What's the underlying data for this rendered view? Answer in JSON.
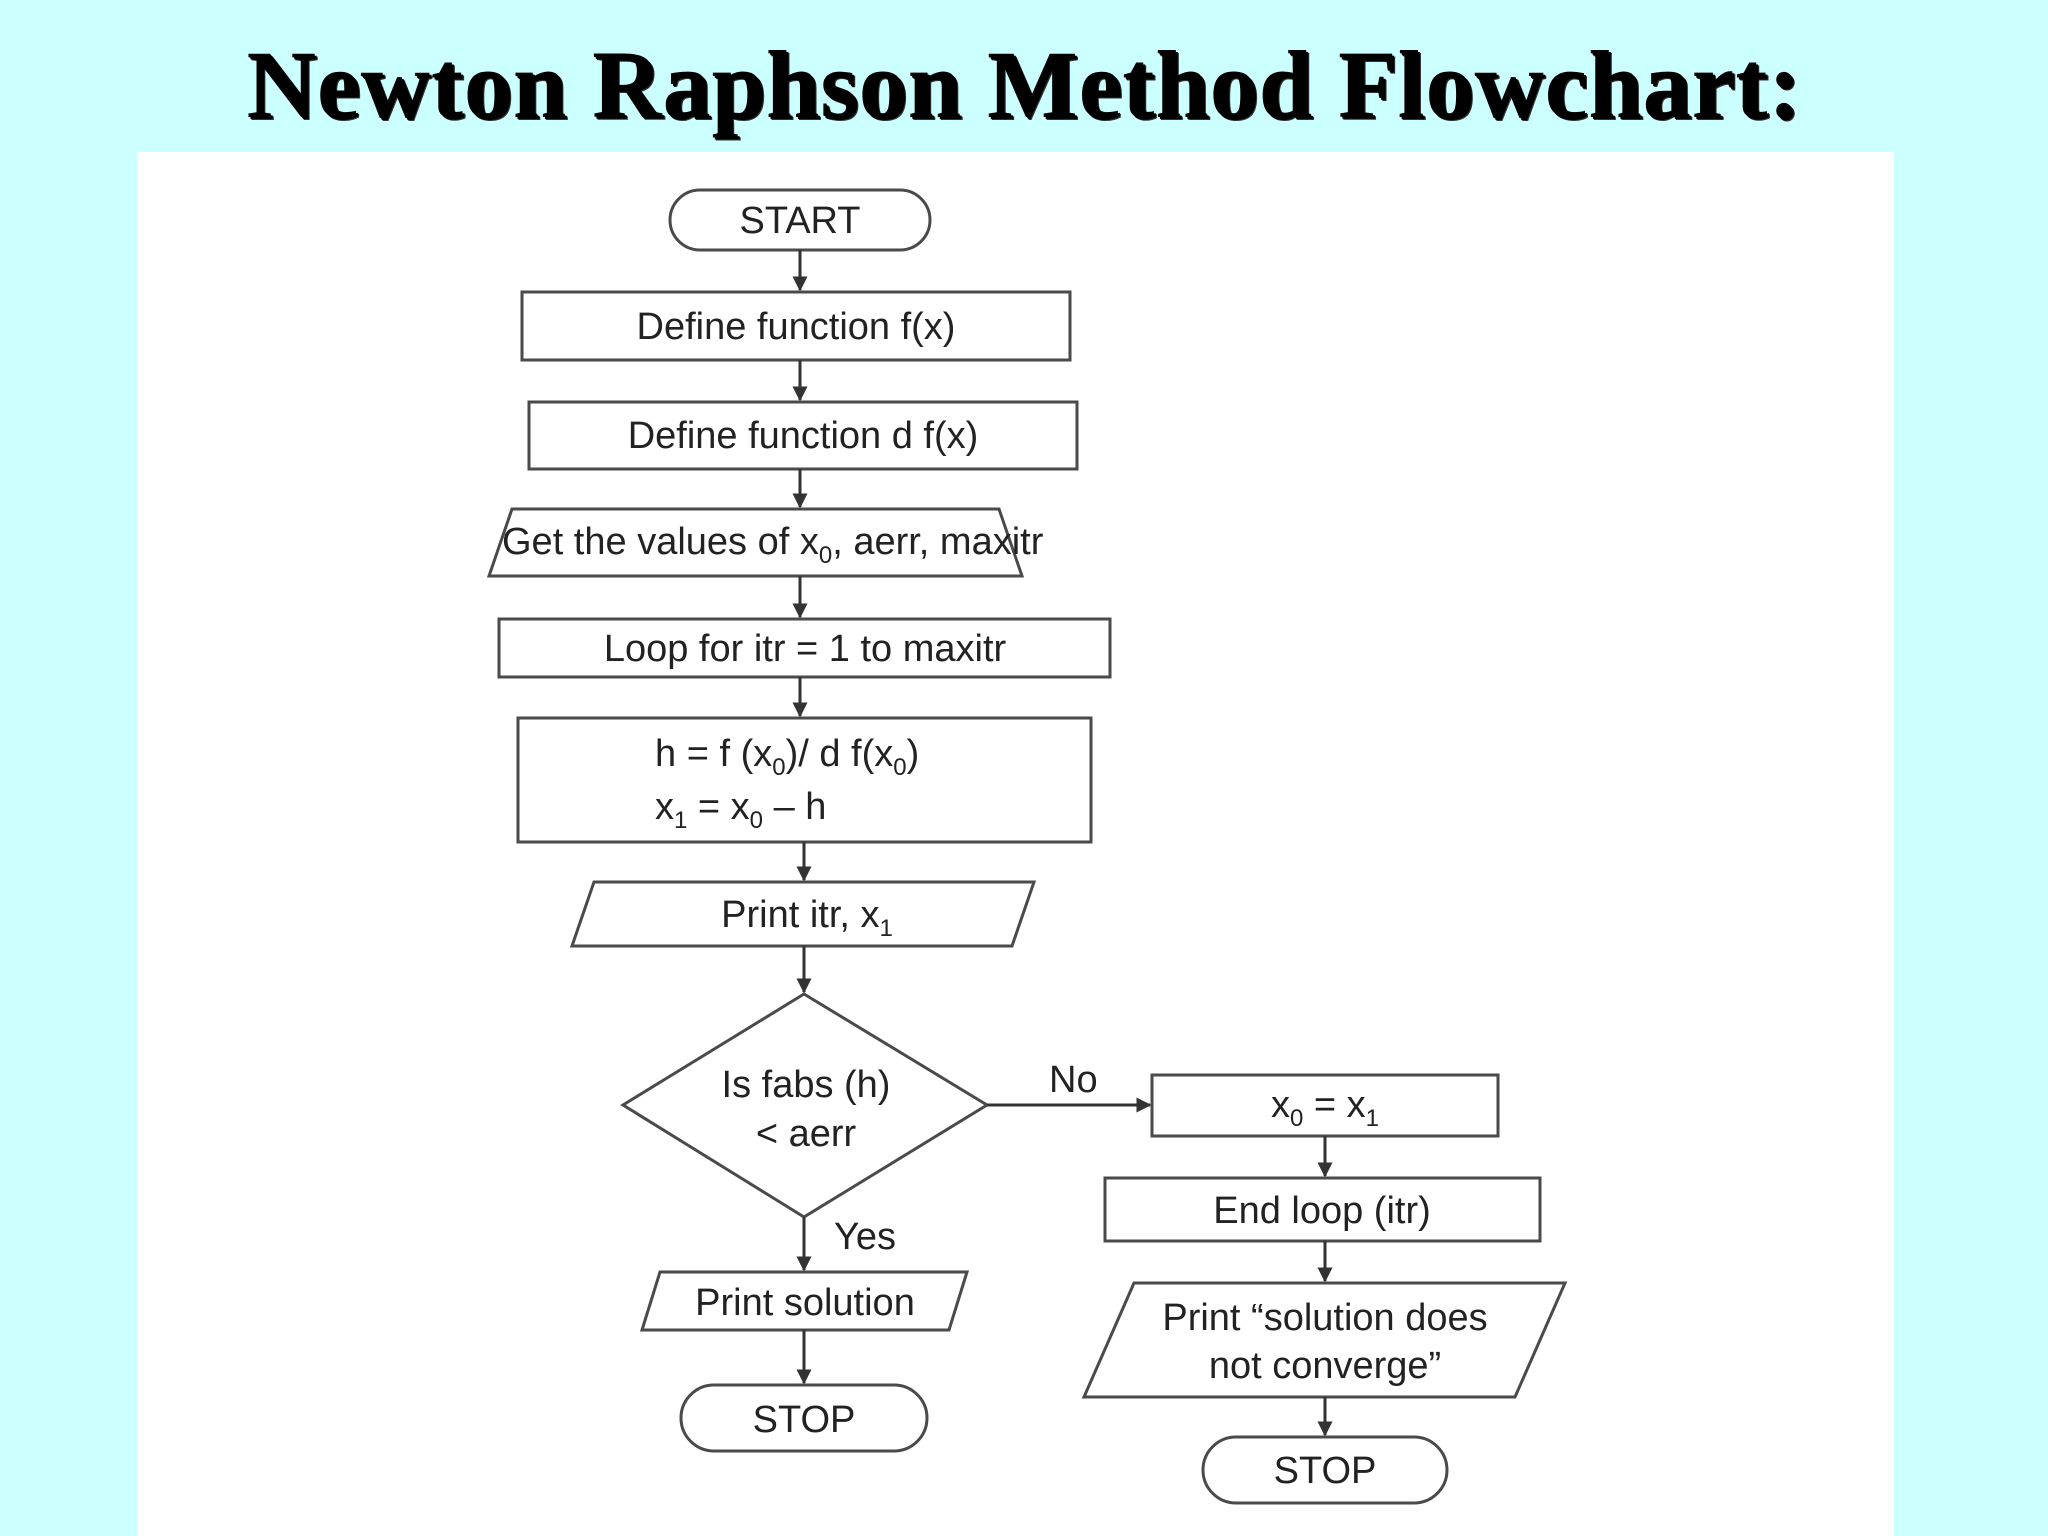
{
  "title": "Newton Raphson Method Flowchart:",
  "nodes": {
    "start": "START",
    "define_f": "Define function f(x)",
    "define_df": "Define function d f(x)",
    "get_values": {
      "pre": "Get the values of x",
      "sub": "0",
      "post": ", aerr, maxitr"
    },
    "loop": "Loop for itr = 1 to maxitr",
    "compute_h": {
      "h": "h",
      "eq": " = f (x",
      "sub0": "0",
      "mid": ")/ d f(x",
      "sub1": "0",
      "end": ")"
    },
    "compute_x1": {
      "x": "x",
      "sub_a": "1",
      "eq": " = x",
      "sub_b": "0",
      "end": " – h"
    },
    "print_itr": {
      "pre": "Print itr, x",
      "sub": "1"
    },
    "decision": {
      "line1": "Is fabs (h)",
      "line2": "< aerr"
    },
    "assign_x0": {
      "x": "x",
      "sub_a": "0",
      "eq": " = x",
      "sub_b": "1"
    },
    "end_loop": "End loop (itr)",
    "print_no_converge": {
      "line1": "Print “solution does",
      "line2": "not converge”"
    },
    "stop_right": "STOP",
    "print_solution": "Print solution",
    "stop_left": "STOP"
  },
  "edge_labels": {
    "no": "No",
    "yes": "Yes"
  },
  "colors": {
    "background": "#ccffff",
    "panel": "#ffffff",
    "stroke": "#4a4a4a"
  }
}
